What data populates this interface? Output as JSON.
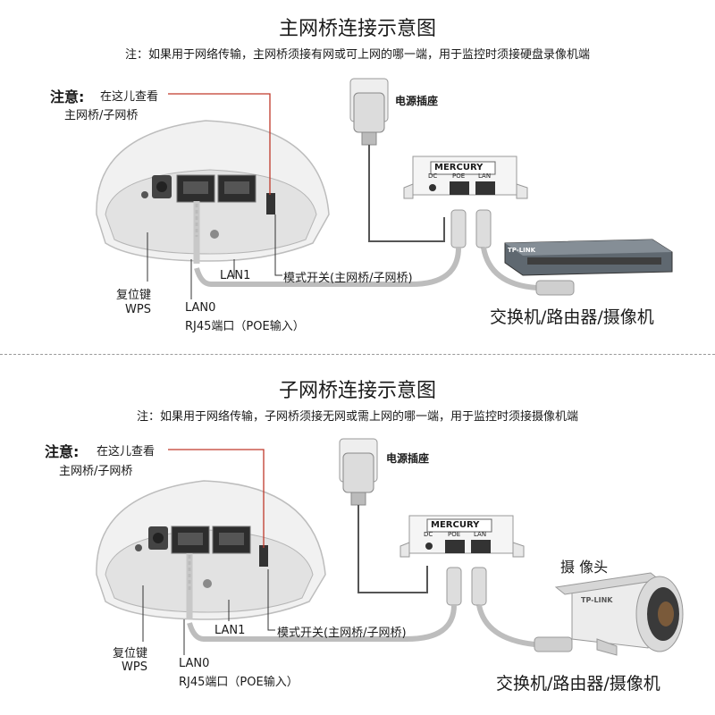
{
  "top": {
    "title": "主网桥连接示意图",
    "note": "注：如果用于网络传输，主网桥须接有网或可上网的哪一端，用于监控时须接硬盘录像机端",
    "notice_heading": "注意:",
    "notice_text": "在这儿查看",
    "notice_sub": "主网桥/子网桥",
    "socket": "电源插座",
    "brand": "MERCURY",
    "port_dc": "DC",
    "port_poe": "POE",
    "port_lan": "LAN",
    "switch_brand": "TP-LINK",
    "lan1": "LAN1",
    "mode_switch": "模式开关(主网桥/子网桥)",
    "reset": "复位键",
    "wps": "WPS",
    "lan0": "LAN0",
    "rj45": "RJ45端口（POE输入）",
    "devices": "交换机/路由器/摄像机"
  },
  "bottom": {
    "title": "子网桥连接示意图",
    "note": "注：如果用于网络传输，子网桥须接无网或需上网的哪一端，用于监控时须接摄像机端",
    "notice_heading": "注意:",
    "notice_text": "在这儿查看",
    "notice_sub": "主网桥/子网桥",
    "socket": "电源插座",
    "brand": "MERCURY",
    "port_dc": "DC",
    "port_poe": "POE",
    "port_lan": "LAN",
    "camera_label": "摄 像头",
    "camera_brand": "TP-LINK",
    "lan1": "LAN1",
    "mode_switch": "模式开关(主网桥/子网桥)",
    "reset": "复位键",
    "wps": "WPS",
    "lan0": "LAN0",
    "rj45": "RJ45端口（POE输入）",
    "devices": "交换机/路由器/摄像机"
  }
}
